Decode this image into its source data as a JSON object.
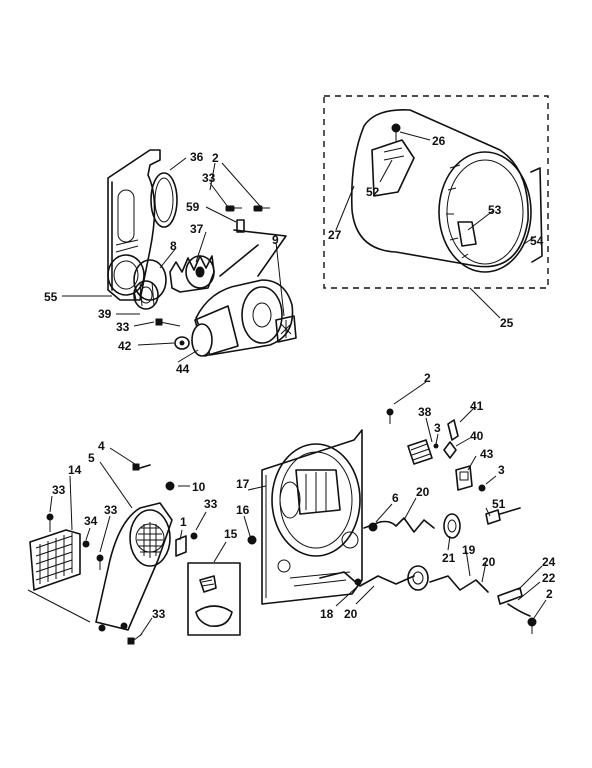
{
  "callouts": {
    "c36": "36",
    "c2a": "2",
    "c33a": "33",
    "c59": "59",
    "c37": "37",
    "c8": "8",
    "c9": "9",
    "c55": "55",
    "c39": "39",
    "c33b": "33",
    "c42": "42",
    "c44": "44",
    "c26": "26",
    "c52": "52",
    "c27": "27",
    "c53": "53",
    "c54": "54",
    "c25": "25",
    "c2b": "2",
    "c38": "38",
    "c3a": "3",
    "c41": "41",
    "c40": "40",
    "c43": "43",
    "c3b": "3",
    "c4": "4",
    "c5": "5",
    "c10": "10",
    "c14": "14",
    "c33c": "33",
    "c33d": "33",
    "c34": "34",
    "c33e": "33",
    "c1": "1",
    "c16": "16",
    "c17": "17",
    "c15": "15",
    "c6": "6",
    "c20a": "20",
    "c51": "51",
    "c21": "21",
    "c19": "19",
    "c20b": "20",
    "c24": "24",
    "c22": "22",
    "c2c": "2",
    "c18": "18",
    "c20c": "20",
    "c33f": "33"
  }
}
